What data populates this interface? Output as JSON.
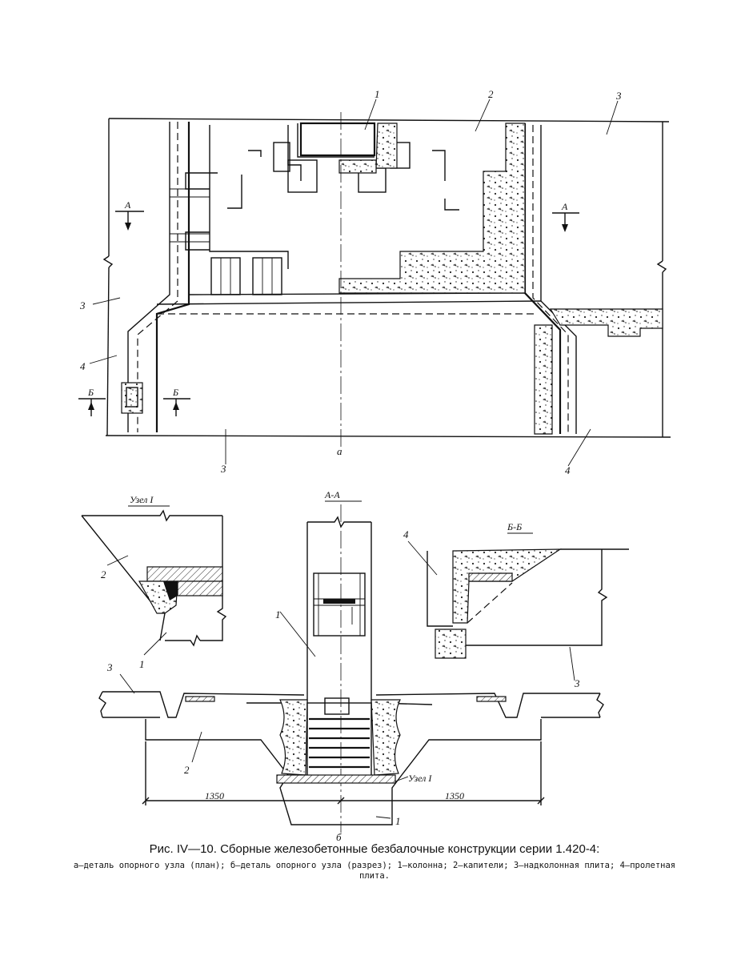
{
  "labels": {
    "plan": {
      "n1": "1",
      "n2": "2",
      "n3_top": "3",
      "n3_left": "3",
      "n3_bottom": "3",
      "n4_left": "4",
      "n4_bottom": "4",
      "sec_a_left": "А",
      "sec_a_right": "А",
      "sec_b_left": "Б",
      "sec_b_right": "Б",
      "view": "а"
    },
    "node": {
      "title": "Узел I",
      "n2": "2",
      "n1": "1"
    },
    "section_aa": {
      "title": "А-А",
      "n1": "1"
    },
    "section_bb": {
      "title": "Б-Б",
      "n4": "4",
      "n3": "3"
    },
    "bottom": {
      "n3": "3",
      "n2": "2",
      "n1": "1",
      "node_ref": "Узел I",
      "dim_left": "1350",
      "dim_right": "1350",
      "view": "б"
    }
  },
  "caption": {
    "title": "Рис. IV—10. Сборные железобетонные безбалочные конструкции серии 1.420-4:",
    "legend": "а—деталь опорного узла (план); б—деталь опорного узла (разрез); 1—колонна; 2—капители; 3—надколонная плита; 4—пролетная плита."
  }
}
